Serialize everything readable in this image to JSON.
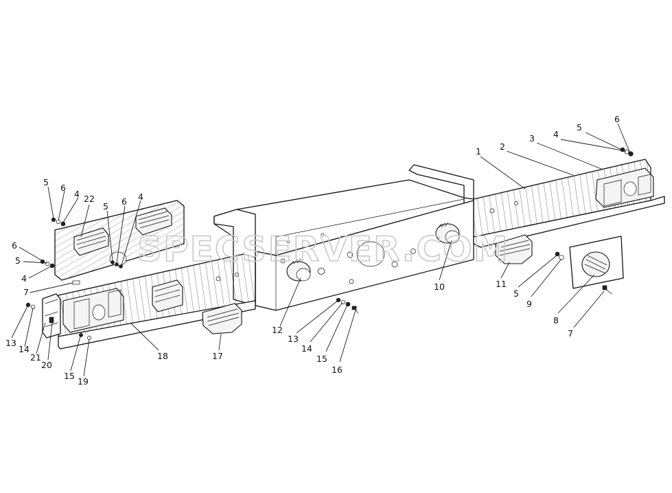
{
  "watermark": "SPECSERVER.COM",
  "colors": {
    "line": "#111111",
    "watermark": "#c9c9c9",
    "background": "#ffffff"
  },
  "callouts": [
    {
      "id": "c1",
      "text": "1"
    },
    {
      "id": "c2",
      "text": "2"
    },
    {
      "id": "c3",
      "text": "3"
    },
    {
      "id": "c4a",
      "text": "4"
    },
    {
      "id": "c5a",
      "text": "5"
    },
    {
      "id": "c6a",
      "text": "6"
    },
    {
      "id": "c5b",
      "text": "5"
    },
    {
      "id": "c6b",
      "text": "6"
    },
    {
      "id": "c4b",
      "text": "4"
    },
    {
      "id": "c22",
      "text": "22"
    },
    {
      "id": "c5c",
      "text": "5"
    },
    {
      "id": "c6c",
      "text": "6"
    },
    {
      "id": "c4c",
      "text": "4"
    },
    {
      "id": "c6d",
      "text": "6"
    },
    {
      "id": "c5d",
      "text": "5"
    },
    {
      "id": "c4d",
      "text": "4"
    },
    {
      "id": "c7a",
      "text": "7"
    },
    {
      "id": "c13a",
      "text": "13"
    },
    {
      "id": "c14a",
      "text": "14"
    },
    {
      "id": "c21",
      "text": "21"
    },
    {
      "id": "c20",
      "text": "20"
    },
    {
      "id": "c15a",
      "text": "15"
    },
    {
      "id": "c19",
      "text": "19"
    },
    {
      "id": "c18",
      "text": "18"
    },
    {
      "id": "c17",
      "text": "17"
    },
    {
      "id": "c12",
      "text": "12"
    },
    {
      "id": "c13b",
      "text": "13"
    },
    {
      "id": "c14b",
      "text": "14"
    },
    {
      "id": "c15b",
      "text": "15"
    },
    {
      "id": "c16",
      "text": "16"
    },
    {
      "id": "c10",
      "text": "10"
    },
    {
      "id": "c11",
      "text": "11"
    },
    {
      "id": "c5e",
      "text": "5"
    },
    {
      "id": "c9",
      "text": "9"
    },
    {
      "id": "c8",
      "text": "8"
    },
    {
      "id": "c7b",
      "text": "7"
    }
  ]
}
